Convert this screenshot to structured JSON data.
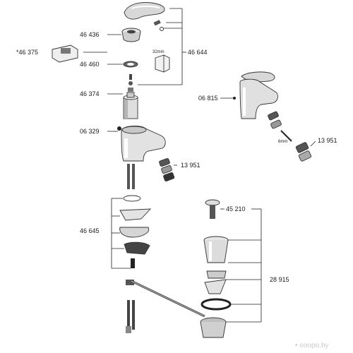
{
  "labels": {
    "p46436": "46 436",
    "p46375": "*46 375",
    "p46460": "46 460",
    "p46644": "46 644",
    "p46374": "46 374",
    "p32mm": "32mm",
    "p06815": "06 815",
    "p06329": "06 329",
    "p13951a": "13 951",
    "p13951b": "13 951",
    "p6mm": "6mm",
    "p45210": "45 210",
    "p46645": "46 645",
    "p28915": "28 915"
  },
  "watermark": "• ooopo.by"
}
